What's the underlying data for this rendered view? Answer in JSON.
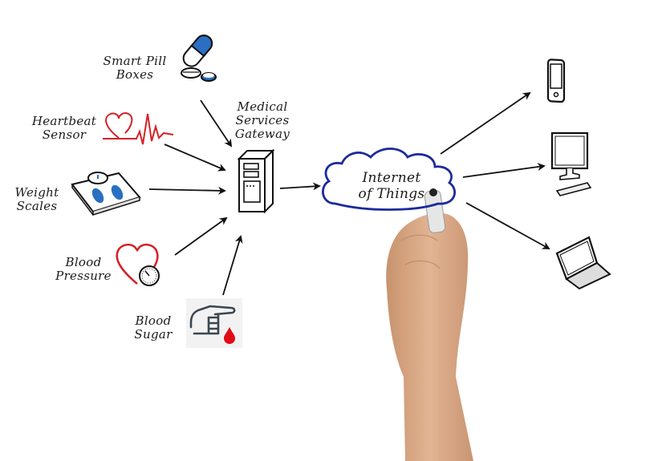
{
  "diagram": {
    "sources": [
      {
        "id": "smart-pill-boxes",
        "lines": [
          "Smart Pill",
          "Boxes"
        ],
        "icon": "pill-capsule-icon"
      },
      {
        "id": "heartbeat-sensor",
        "lines": [
          "Heartbeat",
          "Sensor"
        ],
        "icon": "heartbeat-icon"
      },
      {
        "id": "weight-scales",
        "lines": [
          "Weight",
          "Scales"
        ],
        "icon": "weight-scale-icon"
      },
      {
        "id": "blood-pressure",
        "lines": [
          "Blood",
          "Pressure"
        ],
        "icon": "heart-gauge-icon"
      },
      {
        "id": "blood-sugar",
        "lines": [
          "Blood",
          "Sugar"
        ],
        "icon": "finger-blood-drop-icon"
      }
    ],
    "gateway": {
      "lines": [
        "Medical",
        "Services",
        "Gateway"
      ],
      "icon": "server-tower-icon"
    },
    "cloud": {
      "lines": [
        "Internet",
        "of Things"
      ],
      "icon": "cloud-outline-icon"
    },
    "outputs": [
      {
        "id": "smartphone",
        "icon": "smartphone-icon"
      },
      {
        "id": "desktop",
        "icon": "desktop-monitor-icon"
      },
      {
        "id": "laptop",
        "icon": "laptop-icon"
      }
    ],
    "decoration": {
      "hand": "hand-holding-marker"
    }
  },
  "colors": {
    "ink": "#111111",
    "accent_blue": "#2a6fc2",
    "cloud_blue": "#1b2a9c",
    "heart_red": "#d42127",
    "skin": "#d9a985"
  }
}
